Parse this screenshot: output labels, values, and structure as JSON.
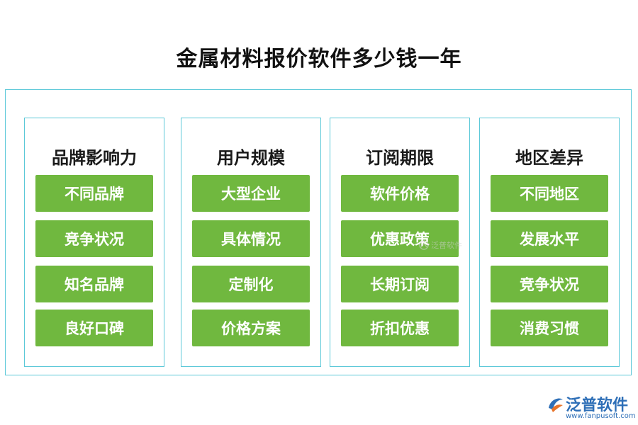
{
  "title": "金属材料报价软件多少钱一年",
  "columns": [
    {
      "heading": "品牌影响力",
      "items": [
        "不同品牌",
        "竞争状况",
        "知名品牌",
        "良好口碑"
      ]
    },
    {
      "heading": "用户规模",
      "items": [
        "大型企业",
        "具体情况",
        "定制化",
        "价格方案"
      ]
    },
    {
      "heading": "订阅期限",
      "items": [
        "软件价格",
        "优惠政策",
        "长期订阅",
        "折扣优惠"
      ]
    },
    {
      "heading": "地区差异",
      "items": [
        "不同地区",
        "发展水平",
        "竞争状况",
        "消费习惯"
      ]
    }
  ],
  "watermark": {
    "text": "泛普软件"
  },
  "logo": {
    "name": "泛普软件",
    "url": "www.fanpusoft.com"
  },
  "colors": {
    "item_bg": "#70b83f",
    "border": "#5bc8d8",
    "logo": "#2e6fb7"
  }
}
